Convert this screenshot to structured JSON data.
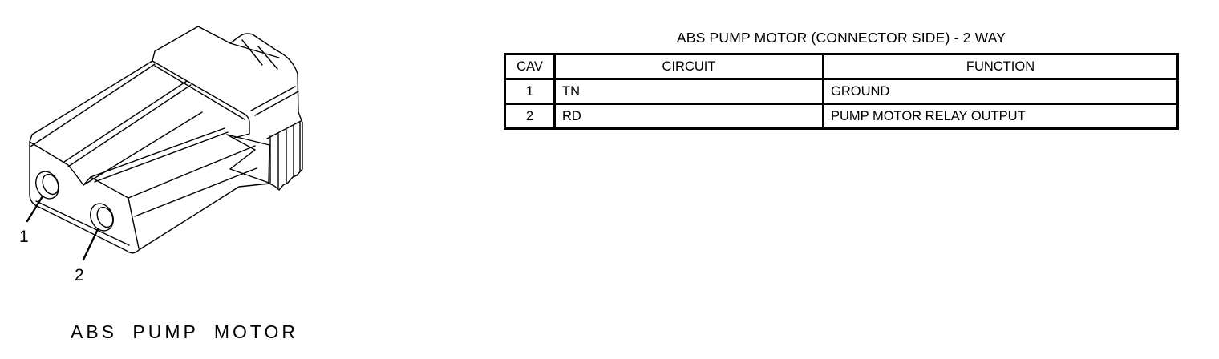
{
  "figure": {
    "caption": "ABS PUMP MOTOR",
    "pins": [
      {
        "label": "1"
      },
      {
        "label": "2"
      }
    ]
  },
  "pinout_table": {
    "title": "ABS PUMP MOTOR (CONNECTOR SIDE) - 2 WAY",
    "headers": [
      "CAV",
      "CIRCUIT",
      "FUNCTION"
    ],
    "rows": [
      {
        "cav": "1",
        "circuit": "TN",
        "function": "GROUND"
      },
      {
        "cav": "2",
        "circuit": "RD",
        "function": "PUMP MOTOR RELAY OUTPUT"
      }
    ]
  },
  "colors": {
    "ink": "#000000",
    "paper": "#ffffff"
  }
}
